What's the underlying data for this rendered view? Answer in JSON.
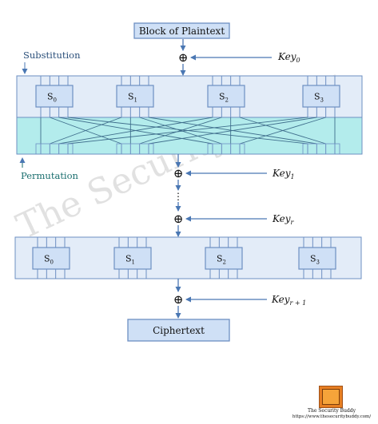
{
  "plaintext_label": "Block of Plaintext",
  "substitution_label": "Substitution",
  "permutation_label": "Permutation",
  "sboxes_round1": [
    {
      "base": "S",
      "sub": "0"
    },
    {
      "base": "S",
      "sub": "1"
    },
    {
      "base": "S",
      "sub": "2"
    },
    {
      "base": "S",
      "sub": "3"
    }
  ],
  "sboxes_final": [
    {
      "base": "S",
      "sub": "0"
    },
    {
      "base": "S",
      "sub": "1"
    },
    {
      "base": "S",
      "sub": "2"
    },
    {
      "base": "S",
      "sub": "3"
    }
  ],
  "keys": [
    {
      "base": "Key",
      "sub": "0"
    },
    {
      "base": "Key",
      "sub": "1"
    },
    {
      "base": "Key",
      "sub": "r"
    },
    {
      "base": "Key",
      "sub": "r + 1"
    }
  ],
  "xor_symbol": "⊕",
  "ellipsis": "⋮",
  "ciphertext_label": "Ciphertext",
  "watermark_text": "The Security Buddy",
  "credit": {
    "name": "The Security Buddy",
    "url": "https://www.thesecuritybuddy.com/"
  },
  "colors": {
    "box_fill": "#cfe0f6",
    "box_stroke": "#6d8fc2",
    "panel_fill": "#e3ecf8",
    "perm_fill": "#b3ecec",
    "arrow": "#4a77b3",
    "label_teal": "#1a6e6e",
    "label_blue": "#2a4f7a"
  }
}
